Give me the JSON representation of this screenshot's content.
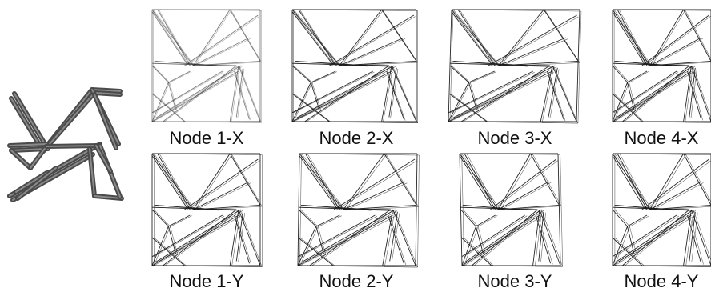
{
  "panels": [
    {
      "label": "Node 1-X"
    },
    {
      "label": "Node 2-X"
    },
    {
      "label": "Node 3-X"
    },
    {
      "label": "Node 4-X"
    },
    {
      "label": "Node 1-Y"
    },
    {
      "label": "Node 2-Y"
    },
    {
      "label": "Node 3-Y"
    },
    {
      "label": "Node 4-Y"
    }
  ],
  "colors": {
    "structure": "#4a4a4a",
    "structure_highlight": "#8a8a8a",
    "mode_line": "#1a1a1a",
    "label_text": "#111111",
    "background": "#ffffff"
  }
}
